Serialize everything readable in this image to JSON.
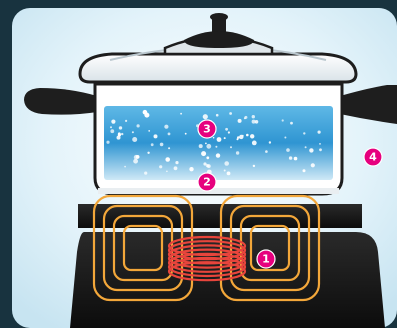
{
  "diagram": {
    "colors": {
      "background_outer": "#18333f",
      "panel_fill": "#dff1f8",
      "pot_body": "#ffffff",
      "water": "#4aa8dc",
      "handle": "#1e1e1e",
      "stove": "#141414",
      "magnetic_field": "#f3a73a",
      "coil": "#e8453c",
      "marker": "#e6007e"
    },
    "markers": [
      {
        "id": "1",
        "label": "1"
      },
      {
        "id": "2",
        "label": "2"
      },
      {
        "id": "3",
        "label": "3"
      },
      {
        "id": "4",
        "label": "4"
      }
    ]
  }
}
